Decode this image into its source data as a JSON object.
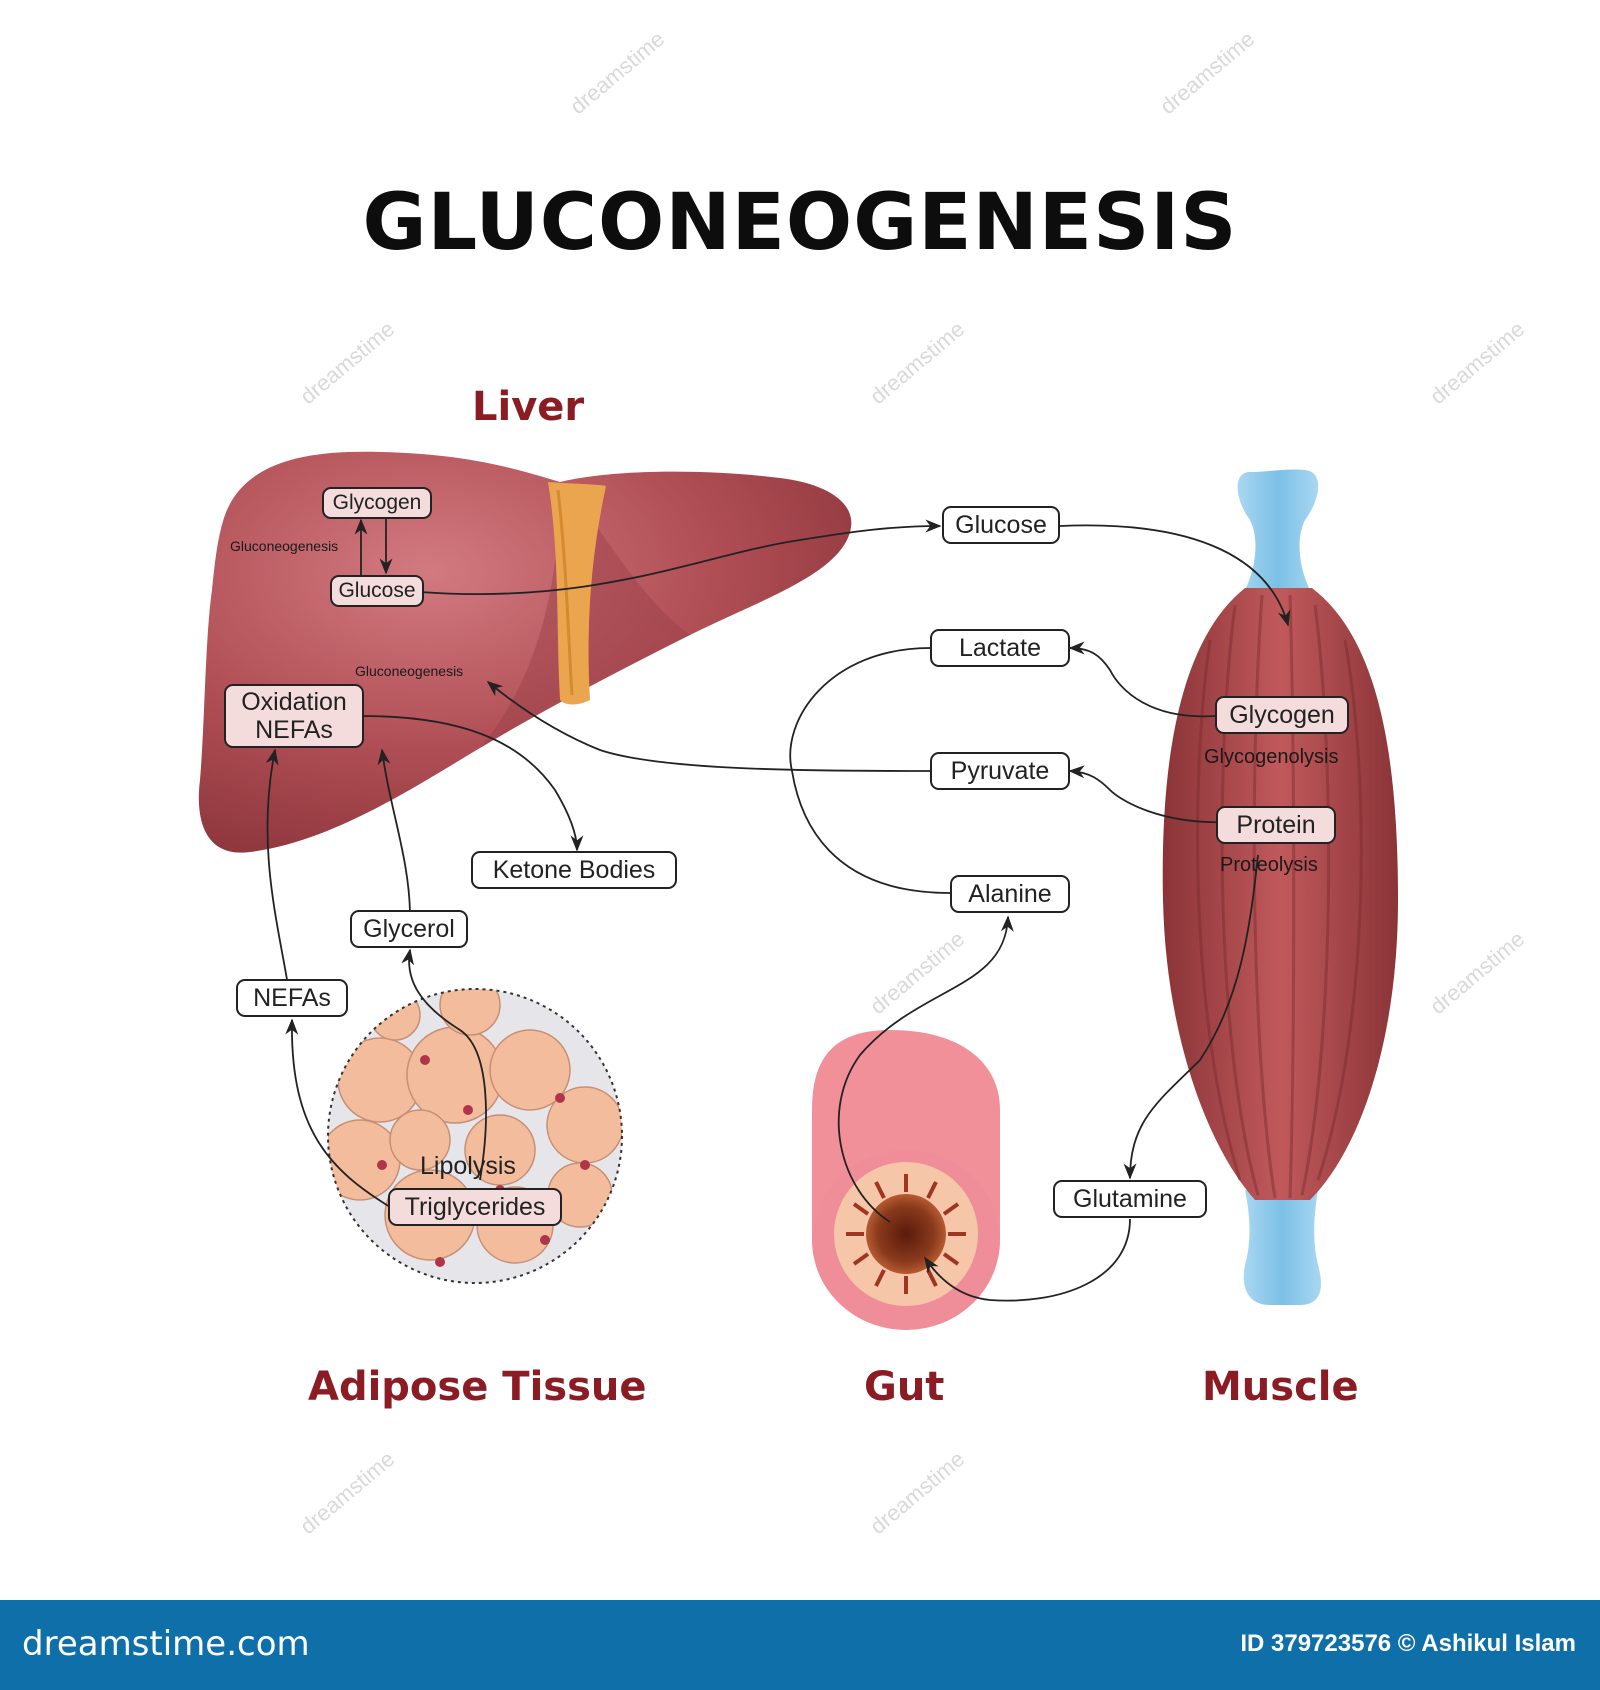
{
  "title": "GLUCONEOGENESIS",
  "organs": {
    "liver": "Liver",
    "adipose": "Adipose Tissue",
    "gut": "Gut",
    "muscle": "Muscle"
  },
  "boxes": {
    "liver_glycogen": "Glycogen",
    "liver_glucose": "Glucose",
    "oxidation_line1": "Oxidation",
    "oxidation_line2": "NEFAs",
    "ketone_bodies": "Ketone Bodies",
    "glycerol": "Glycerol",
    "nefas": "NEFAs",
    "triglycerides": "Triglycerides",
    "glucose": "Glucose",
    "lactate": "Lactate",
    "pyruvate": "Pyruvate",
    "alanine": "Alanine",
    "glutamine": "Glutamine",
    "muscle_glycogen": "Glycogen",
    "muscle_protein": "Protein"
  },
  "process_labels": {
    "liver_gluconeogenesis_upper": "Gluconeogenesis",
    "liver_gluconeogenesis_lower": "Gluconeogenesis",
    "lipolysis": "Lipolysis",
    "glycogenolysis": "Glycogenolysis",
    "proteolysis": "Proteolysis"
  },
  "footer": {
    "brand": "dreamstime.com",
    "credit": "ID 379723576 © Ashikul Islam"
  },
  "watermark": "dreamstime",
  "colors": {
    "organ_label": "#8c1c24",
    "footer_bar": "#0f6fa9",
    "liver": "#b04e55",
    "muscle": "#a8474b",
    "tendon": "#8fcaea",
    "adipocyte": "#f3bc9c",
    "gut_wall": "#ef8e99"
  }
}
